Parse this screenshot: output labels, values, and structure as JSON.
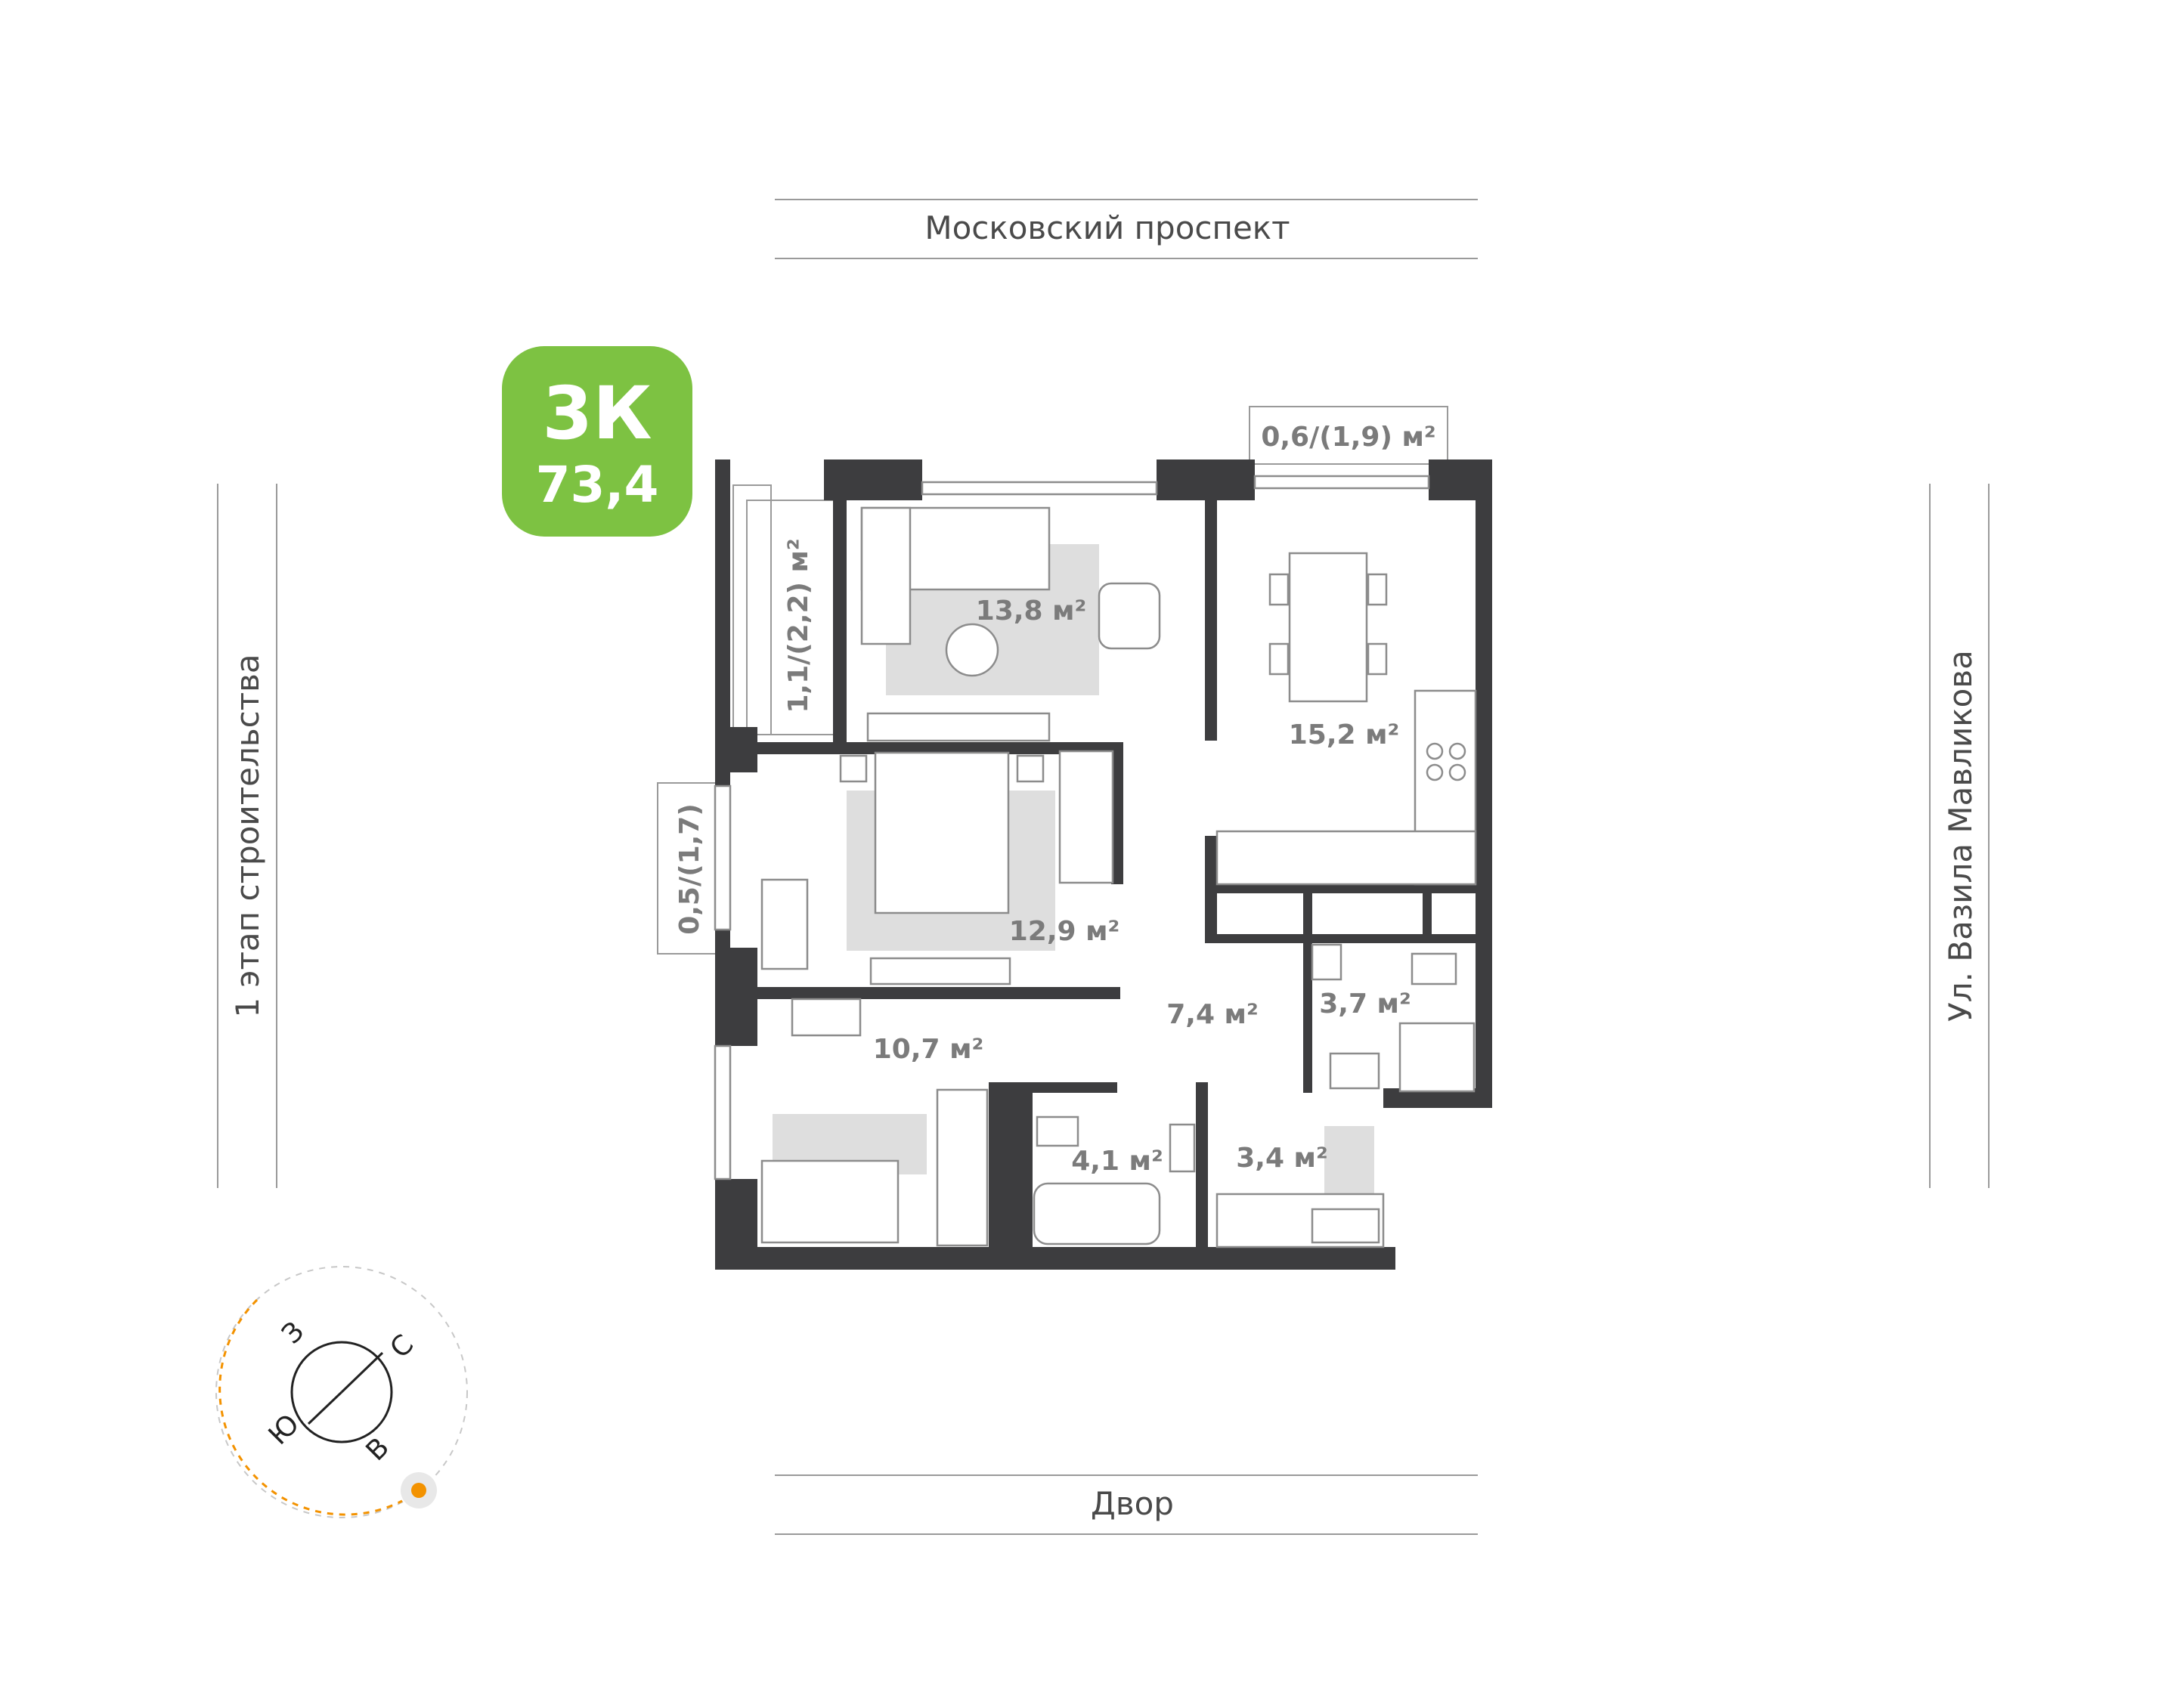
{
  "streets": {
    "top": "Московский проспект",
    "bottom": "Двор",
    "left": "1 этап строительства",
    "right": "Ул. Вазила Мавликова"
  },
  "badge": {
    "type": "3К",
    "area": "73,4",
    "color": "#7dc242"
  },
  "rooms": {
    "living": "13,8 м²",
    "kitchen": "15,2 м²",
    "bedroom": "12,9 м²",
    "hall": "7,4 м²",
    "bath_right": "3,7 м²",
    "room_small": "10,7 м²",
    "bath_left": "4,1 м²",
    "entry": "3,4 м²"
  },
  "balconies": {
    "top": "0,6/(1,9) м²",
    "left_upper": "1,1/(2,2) м²",
    "left_lower": "0,5/(1,7)"
  },
  "compass": {
    "north": "С",
    "east": "В",
    "south": "Ю",
    "west": "З",
    "sun_color": "#f39200"
  }
}
